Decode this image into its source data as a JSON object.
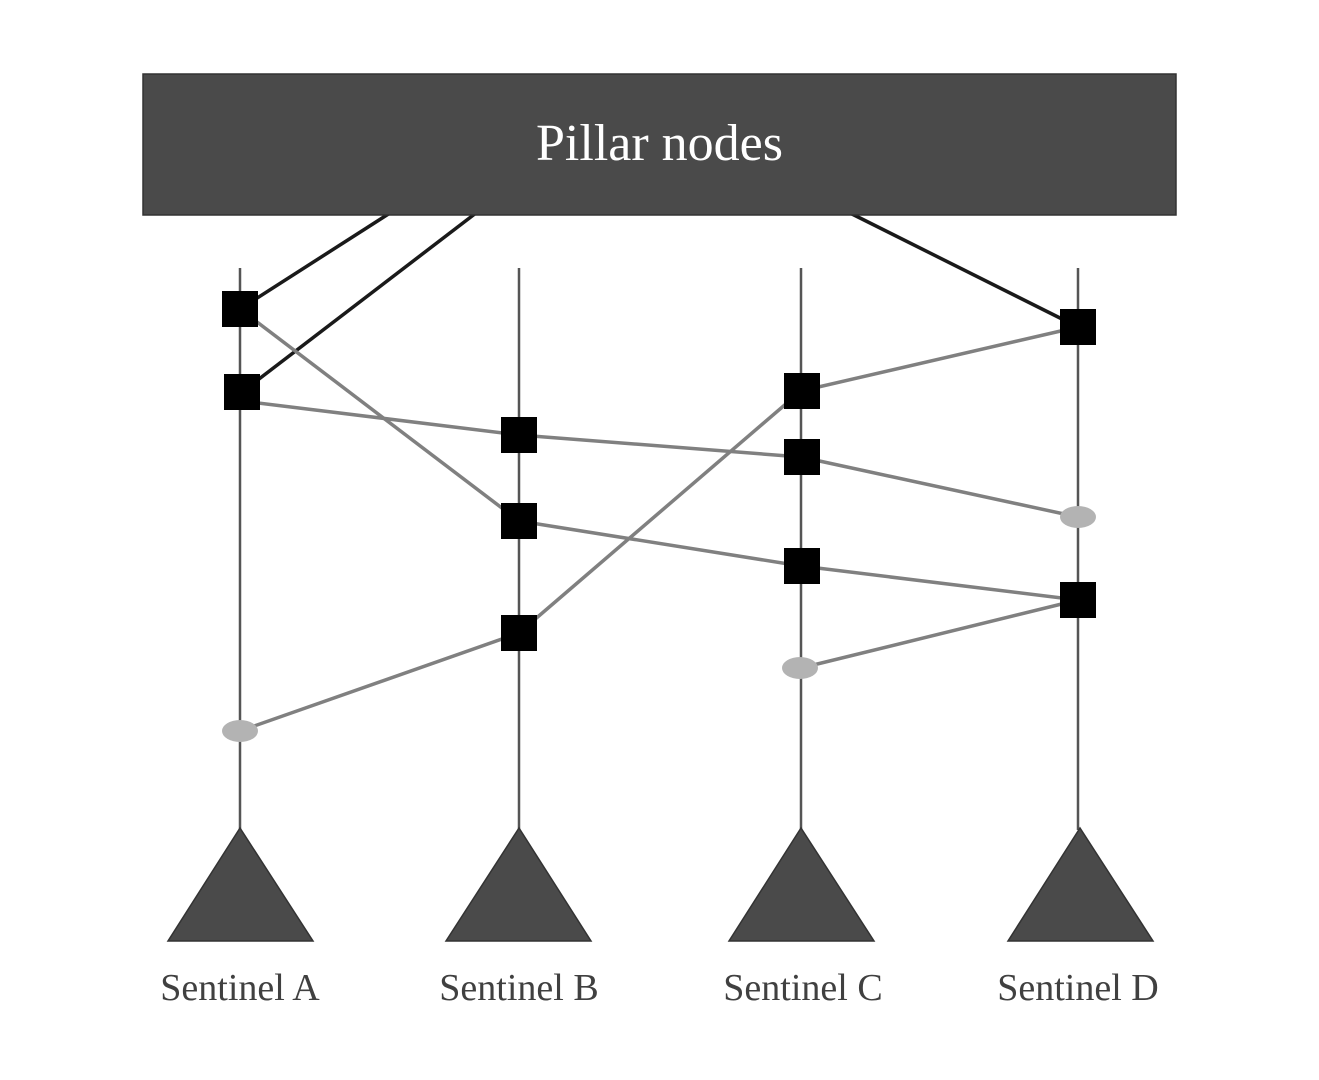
{
  "header": {
    "title": "Pillar nodes"
  },
  "sentinels": [
    {
      "id": "a",
      "label": "Sentinel A"
    },
    {
      "id": "b",
      "label": "Sentinel B"
    },
    {
      "id": "c",
      "label": "Sentinel C"
    },
    {
      "id": "d",
      "label": "Sentinel D"
    }
  ],
  "colors": {
    "box": "#4a4a4a",
    "block": "#000000",
    "pending": "#b3b3b3",
    "pillar_link": "#1a1a1a",
    "message_link": "#808080"
  }
}
